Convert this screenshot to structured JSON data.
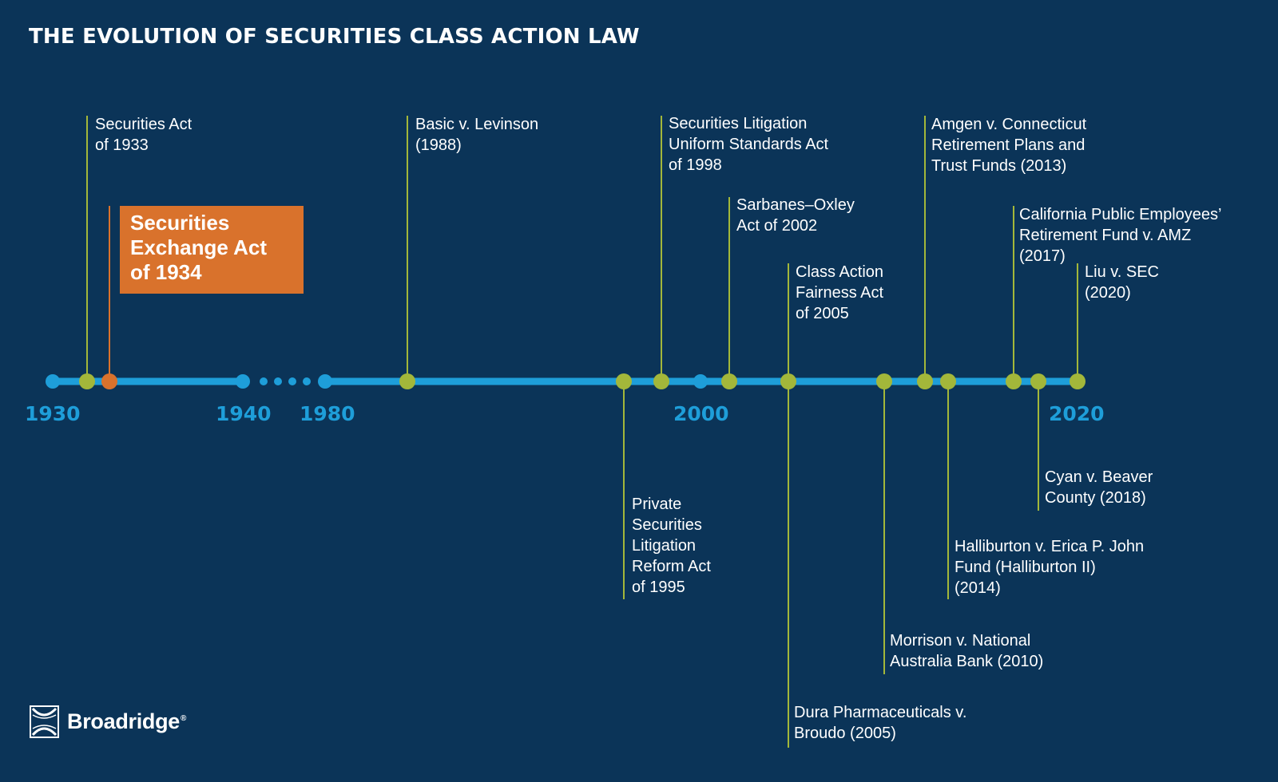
{
  "title": "THE EVOLUTION OF SECURITIES CLASS ACTION LAW",
  "colors": {
    "background": "#0b3458",
    "axis": "#1e9ed9",
    "event_dot": "#a3b73a",
    "highlight": "#d9722c",
    "text": "#ffffff"
  },
  "years": [
    "1930",
    "1940",
    "1980",
    "2000",
    "2020"
  ],
  "highlight": {
    "label": "Securities\nExchange Act\nof 1934"
  },
  "events_above": [
    {
      "label": "Securities Act\nof 1933"
    },
    {
      "label": "Basic v. Levinson\n(1988)"
    },
    {
      "label": "Securities Litigation\nUniform Standards Act\nof 1998"
    },
    {
      "label": "Sarbanes–Oxley\nAct of 2002"
    },
    {
      "label": "Class Action\nFairness Act\nof 2005"
    },
    {
      "label": "Amgen v. Connecticut\nRetirement Plans and\nTrust Funds (2013)"
    },
    {
      "label": "California Public Employees’\nRetirement Fund v. AMZ\n(2017)"
    },
    {
      "label": "Liu v. SEC\n(2020)"
    }
  ],
  "events_below": [
    {
      "label": "Private\nSecurities\nLitigation\nReform Act\nof 1995"
    },
    {
      "label": "Dura Pharmaceuticals v.\nBroudo (2005)"
    },
    {
      "label": "Morrison v. National\nAustralia Bank (2010)"
    },
    {
      "label": "Halliburton v. Erica P. John\nFund (Halliburton II)\n(2014)"
    },
    {
      "label": "Cyan v. Beaver\nCounty (2018)"
    }
  ],
  "logo": {
    "name": "Broadridge",
    "mark": "®",
    "icon": "broadridge-logo-icon"
  }
}
